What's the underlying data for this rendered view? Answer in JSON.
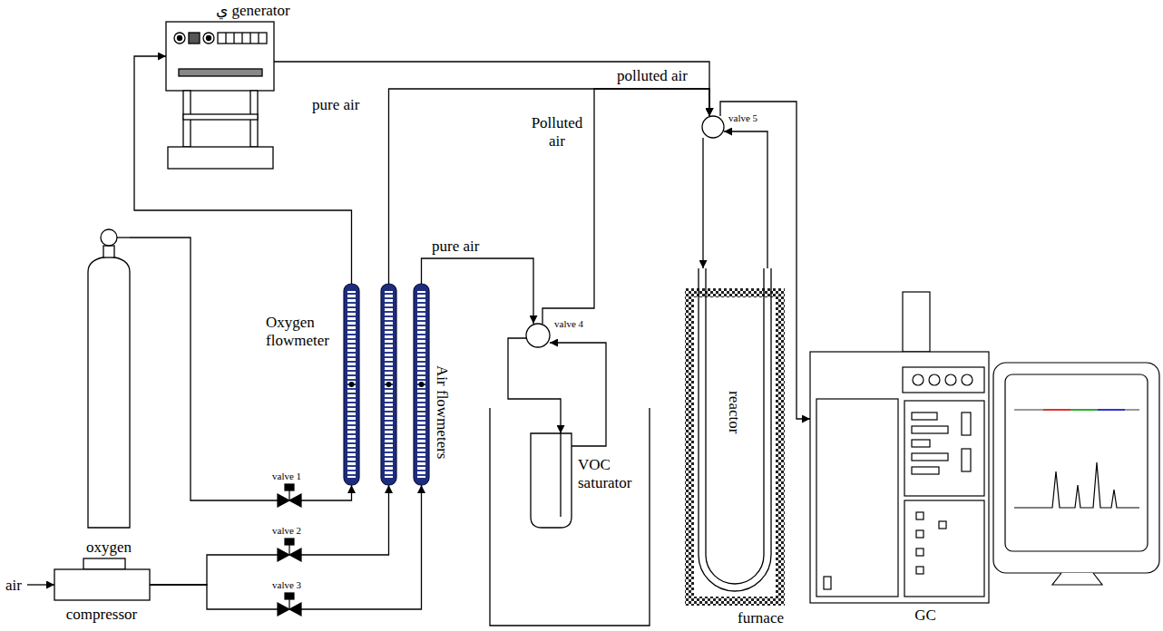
{
  "diagram": {
    "nodes": [
      {
        "text": [
          "ي generator"
        ]
      },
      {
        "text": [
          "oxygen"
        ]
      },
      {
        "text": [
          "Oxygen flowmeter"
        ]
      },
      {
        "text": [
          "Air flowmeters"
        ]
      },
      {
        "text": [
          "valve 1"
        ]
      },
      {
        "text": [
          "valve 2"
        ]
      },
      {
        "text": [
          "valve 3"
        ]
      },
      {
        "text": [
          "compressor"
        ]
      },
      {
        "text": [
          "valve 4"
        ]
      },
      {
        "text": [
          "VOC saturator"
        ]
      },
      {
        "text": [
          "valve 5"
        ]
      },
      {
        "text": [
          "furnace"
        ]
      },
      {
        "text": [
          "reactor"
        ],
        "in": 11
      },
      {
        "text": [
          "GC"
        ]
      }
    ],
    "edges": [
      {
        "from": 1,
        "to": 4,
        "arrow": "none"
      },
      {
        "from": 4,
        "to": 2,
        "arrow": "to"
      },
      {
        "from": 7,
        "to": 5,
        "arrow": "none"
      },
      {
        "from": 7,
        "to": 6,
        "arrow": "none"
      },
      {
        "from": 5,
        "to": 3,
        "arrow": "to"
      },
      {
        "from": 6,
        "to": 3,
        "arrow": "to"
      },
      {
        "from": 2,
        "to": 0,
        "arrow": "to"
      },
      {
        "from": 3,
        "to": 10,
        "label": "pure air",
        "arrow": "to"
      },
      {
        "from": 3,
        "to": 8,
        "label": "pure air",
        "arrow": "to"
      },
      {
        "from": 8,
        "to": 9,
        "arrow": "to"
      },
      {
        "from": 9,
        "to": 8,
        "arrow": "to"
      },
      {
        "from": 8,
        "to": 10,
        "label": "Polluted air",
        "arrow": "to"
      },
      {
        "from": 0,
        "to": 10,
        "arrow": "to"
      },
      {
        "from": 10,
        "to": 12,
        "arrow": "to"
      },
      {
        "from": 12,
        "to": 10,
        "arrow": "to"
      },
      {
        "from": 10,
        "to": 13,
        "arrow": "to"
      }
    ],
    "labels": [
      "polluted air",
      "air"
    ]
  }
}
